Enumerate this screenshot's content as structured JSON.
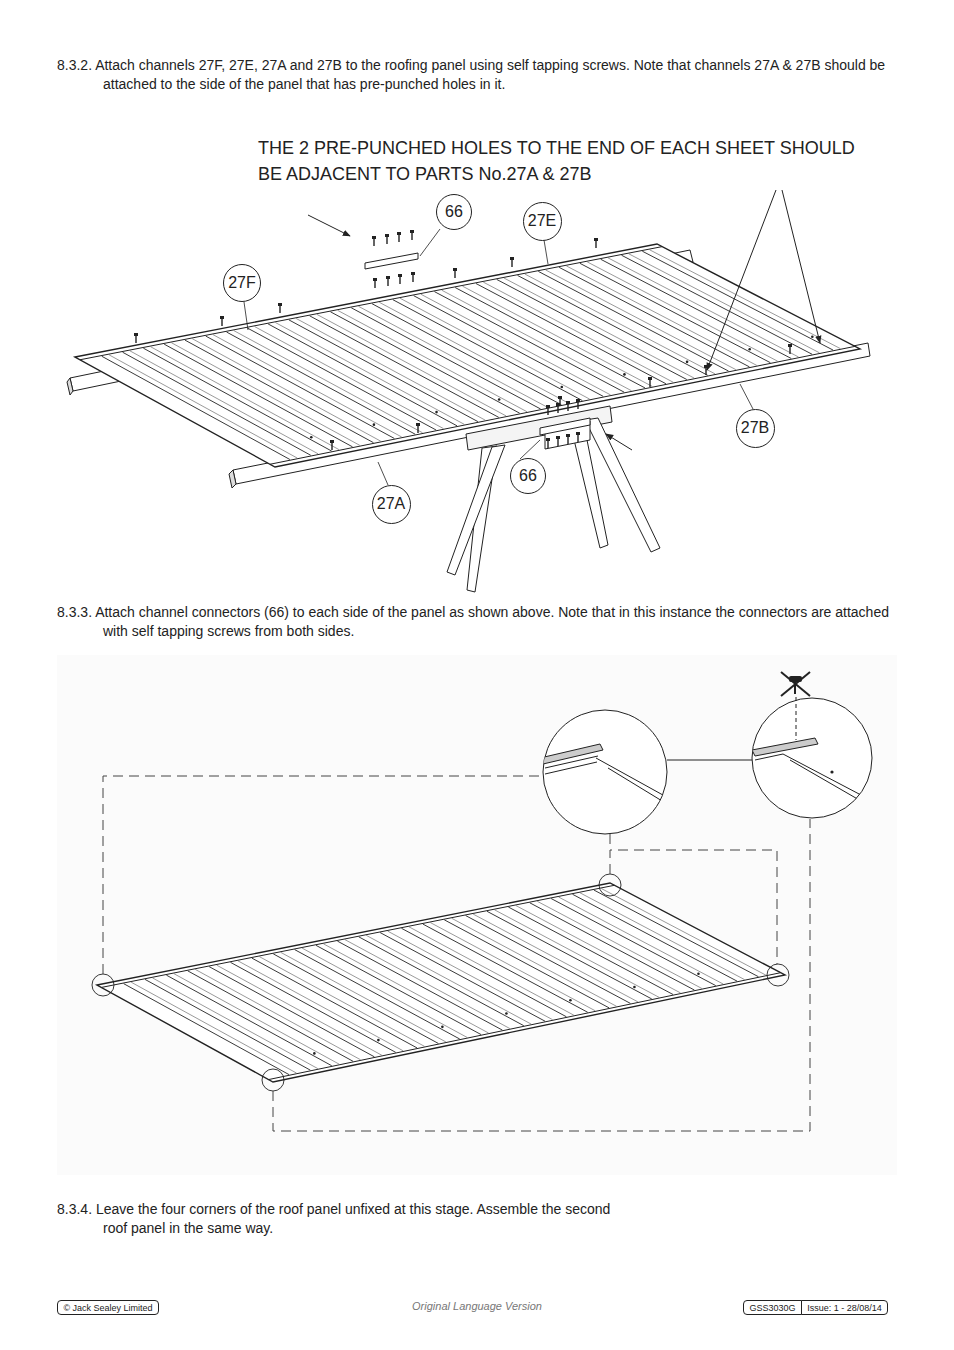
{
  "diagram": {
    "nodes": [
      {
        "text": [
          "66"
        ]
      },
      {
        "text": [
          "27E"
        ]
      },
      {
        "text": [
          "27F"
        ]
      },
      {
        "text": [
          "27B"
        ]
      },
      {
        "text": [
          "66"
        ]
      },
      {
        "text": [
          "27A"
        ]
      },
      {
        "text": [
          "© Jack Sealey Limited"
        ]
      },
      {
        "text": [
          "GSS3030G"
        ]
      },
      {
        "text": [
          "Issue: 1 - 28/08/14"
        ]
      }
    ],
    "labels": [
      "8.3.2. Attach channels 27F, 27E, 27A and 27B to the roofing panel using self tapping screws. Note that channels 27A & 27B should be attached to the side of the panel that has pre-punched holes in it.",
      "THE 2 PRE-PUNCHED HOLES TO THE END OF EACH SHEET SHOULD BE ADJACENT TO PARTS No.27A & 27B",
      "8.3.3. Attach channel connectors (66) to each side of the panel as shown above. Note that in this instance the connectors are attached with self tapping screws from both sides.",
      "8.3.4. Leave the four corners of the roof panel unfixed at this stage. Assemble the second roof panel in the same way.",
      "Original Language Version"
    ]
  }
}
